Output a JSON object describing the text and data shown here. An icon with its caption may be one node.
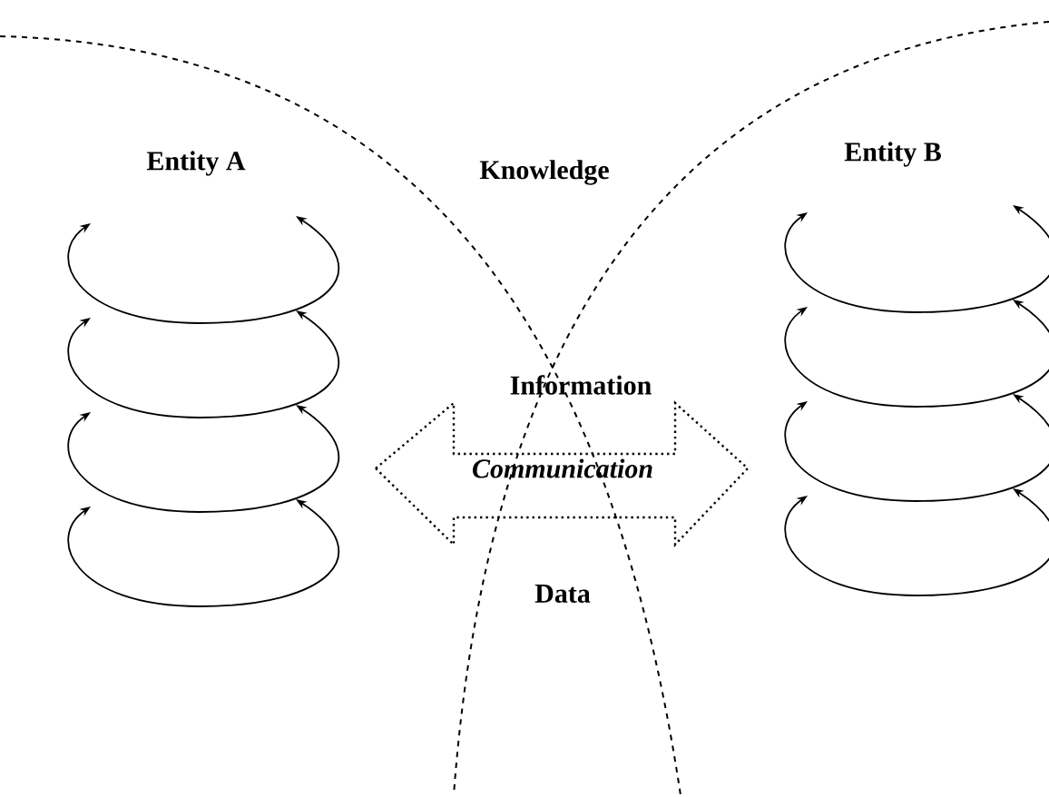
{
  "diagram": {
    "nodes": [
      {
        "text": [
          "Communication"
        ]
      }
    ],
    "labels": [
      "Entity A",
      "Knowledge",
      "Entity B",
      "Information",
      "Data"
    ]
  }
}
